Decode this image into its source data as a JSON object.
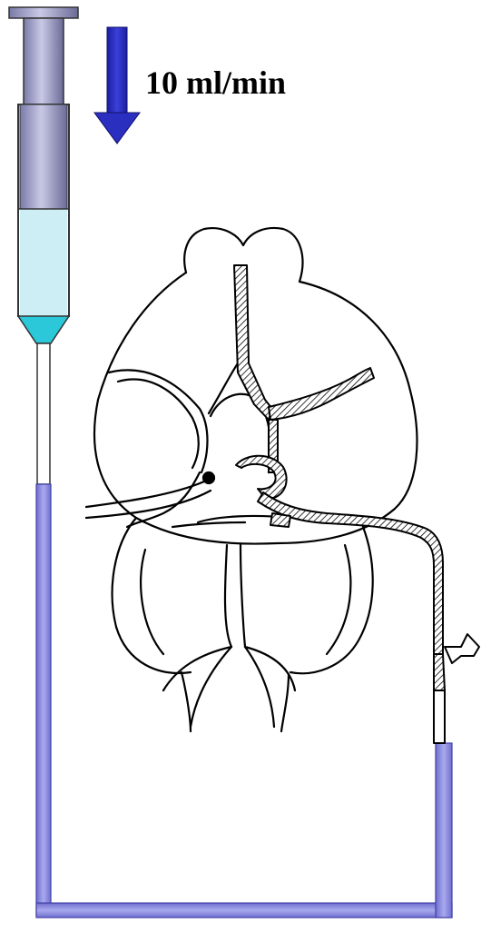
{
  "flow_rate": {
    "label": "10 ml/min",
    "arrow_color": "#2b2fc0",
    "direction": "down"
  },
  "syringe": {
    "barrel_color": "#b8b8d8",
    "fluid_color": "#cdeef5",
    "tip_color": "#2ac8d8"
  },
  "tubing": {
    "color": "#8a8ae0"
  },
  "brain_vessels": {
    "line_color": "#000000",
    "hatch": "diagonal"
  }
}
